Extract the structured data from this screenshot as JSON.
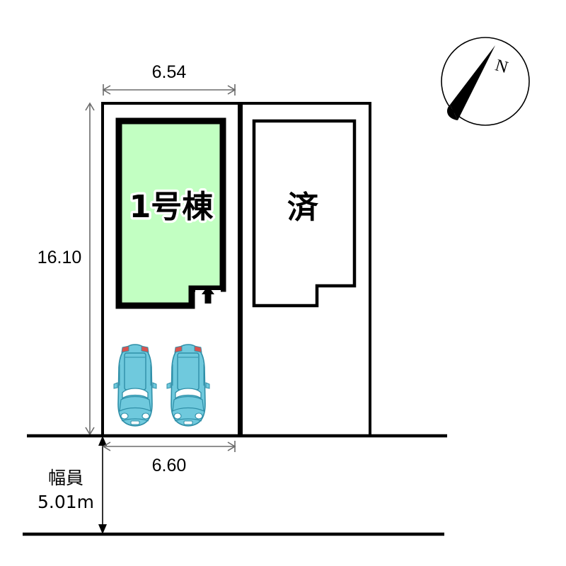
{
  "figure": {
    "kind": "site-plan",
    "background_color": "#ffffff"
  },
  "dimensions": {
    "top_width": "6.54",
    "left_height": "16.10",
    "frontage_width": "6.60"
  },
  "road": {
    "width_label_line1": "幅員",
    "width_label_line2": "5.01m"
  },
  "parcels": [
    {
      "name": "parcel-left",
      "label": "1号棟",
      "fill_color": "#c2ffc2",
      "status": "available"
    },
    {
      "name": "parcel-right",
      "label": "済",
      "fill_color": "#ffffff",
      "status": "sold"
    }
  ],
  "parking": {
    "car_count": 2,
    "car_color": "#6fc9dd",
    "car_outline_color": "#2f8fa8",
    "accent_color": "#d9534f"
  },
  "entrance": {
    "icon": "up-arrow-icon",
    "meaning": "entrance"
  },
  "compass": {
    "label": "N",
    "icon": "compass-rose-icon"
  },
  "colors": {
    "line": "#000000",
    "dim_line": "#6b6b6b",
    "green": "#c2ffc2",
    "car": "#6fc9dd"
  }
}
